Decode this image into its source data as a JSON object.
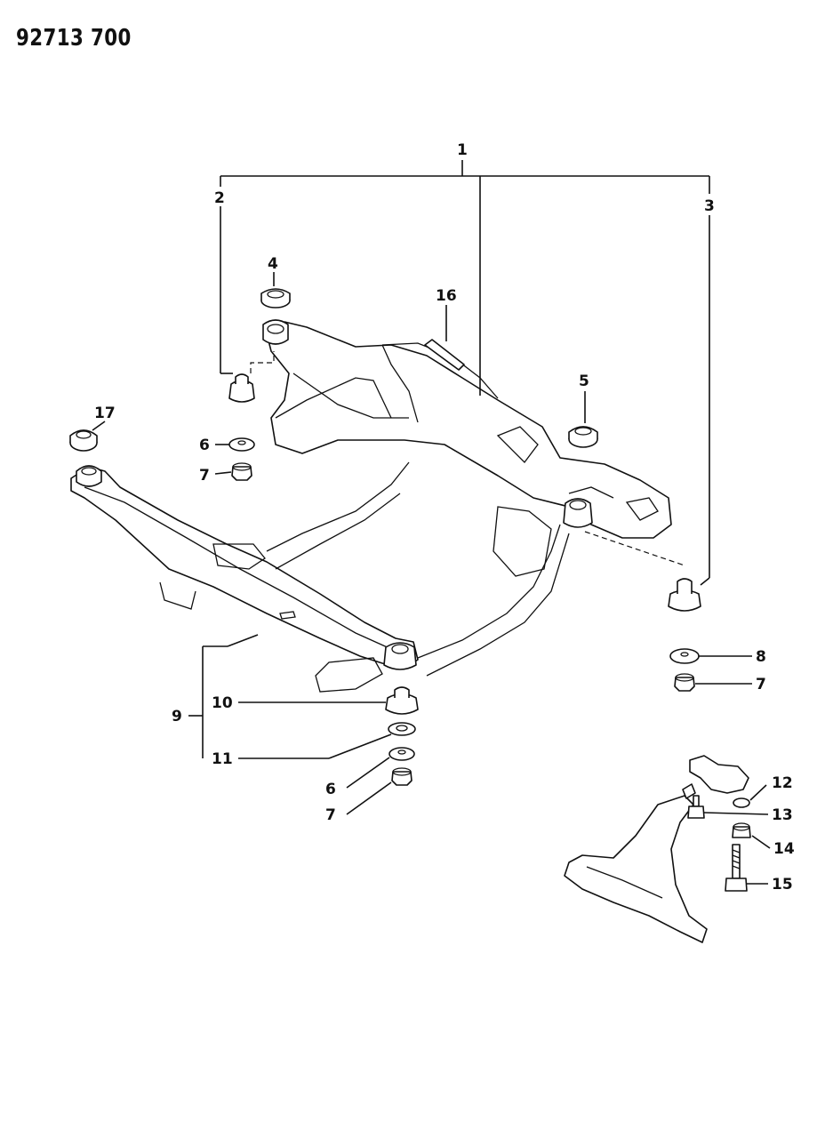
{
  "diagram_id": "92713 700",
  "callouts": [
    {
      "id": "c1",
      "label": "1"
    },
    {
      "id": "c2",
      "label": "2"
    },
    {
      "id": "c3",
      "label": "3"
    },
    {
      "id": "c4",
      "label": "4"
    },
    {
      "id": "c5",
      "label": "5"
    },
    {
      "id": "c6a",
      "label": "6"
    },
    {
      "id": "c6b",
      "label": "6"
    },
    {
      "id": "c7a",
      "label": "7"
    },
    {
      "id": "c7b",
      "label": "7"
    },
    {
      "id": "c7c",
      "label": "7"
    },
    {
      "id": "c8",
      "label": "8"
    },
    {
      "id": "c9",
      "label": "9"
    },
    {
      "id": "c10",
      "label": "10"
    },
    {
      "id": "c11",
      "label": "11"
    },
    {
      "id": "c12",
      "label": "12"
    },
    {
      "id": "c13",
      "label": "13"
    },
    {
      "id": "c14",
      "label": "14"
    },
    {
      "id": "c15",
      "label": "15"
    },
    {
      "id": "c16",
      "label": "16"
    },
    {
      "id": "c17",
      "label": "17"
    }
  ],
  "colors": {
    "ink": "#111111",
    "paper": "#ffffff"
  }
}
